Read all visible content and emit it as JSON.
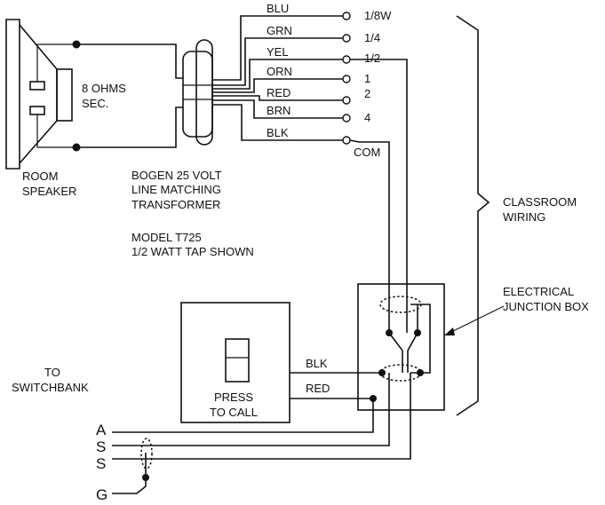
{
  "speaker": {
    "label_line1": "ROOM",
    "label_line2": "SPEAKER",
    "impedance_line1": "8 OHMS",
    "impedance_line2": "SEC."
  },
  "transformer": {
    "line1": "BOGEN 25 VOLT",
    "line2": "LINE MATCHING",
    "line3": "TRANSFORMER",
    "model_line1": "MODEL T725",
    "model_line2": "1/2 WATT TAP SHOWN"
  },
  "wires": [
    {
      "color": "BLU",
      "tap": "1/8W"
    },
    {
      "color": "GRN",
      "tap": "1/4"
    },
    {
      "color": "YEL",
      "tap": "1/2"
    },
    {
      "color": "ORN",
      "tap": "1"
    },
    {
      "color": "RED",
      "tap": "2"
    },
    {
      "color": "BRN",
      "tap": "4"
    },
    {
      "color": "BLK",
      "tap": "COM"
    }
  ],
  "classroom": {
    "line1": "CLASSROOM",
    "line2": "WIRING"
  },
  "junction_box": {
    "line1": "ELECTRICAL",
    "line2": "JUNCTION BOX"
  },
  "call_switch": {
    "line1": "PRESS",
    "line2": "TO CALL",
    "wire_blk": "BLK",
    "wire_red": "RED"
  },
  "switchbank": {
    "line1": "TO",
    "line2": "SWITCHBANK",
    "terminals": [
      "A",
      "S",
      "S",
      "G"
    ]
  }
}
